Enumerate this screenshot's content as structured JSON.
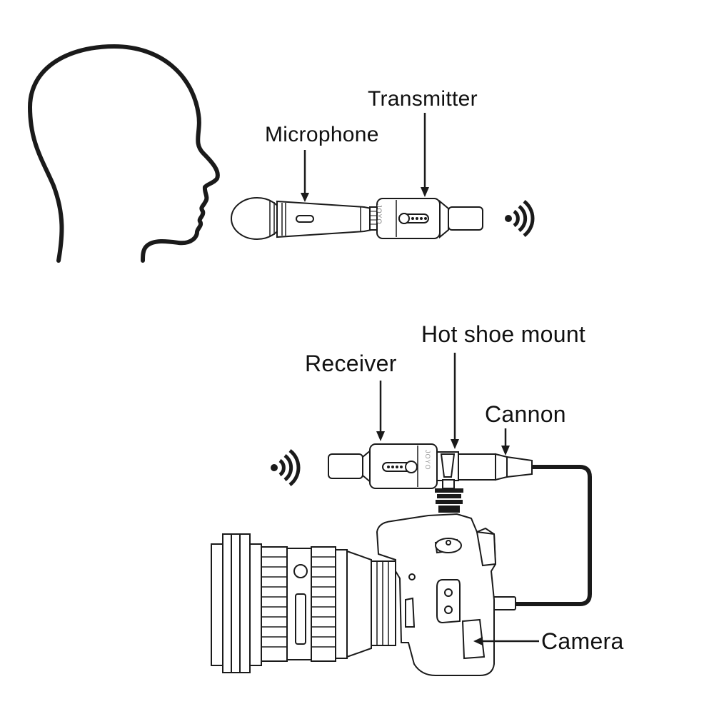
{
  "diagram": {
    "title": "Wireless microphone to camera setup",
    "labels": {
      "microphone": "Microphone",
      "transmitter": "Transmitter",
      "receiver": "Receiver",
      "hot_shoe_mount": "Hot shoe mount",
      "cannon": "Cannon",
      "camera": "Camera"
    },
    "device_brand": "JOYO",
    "icons": {
      "head": "human-head-profile",
      "transmit_signal": "wireless-signal-icon",
      "receive_signal": "wireless-signal-icon"
    },
    "colors": {
      "ink": "#1a1a1a",
      "background": "#ffffff"
    }
  }
}
